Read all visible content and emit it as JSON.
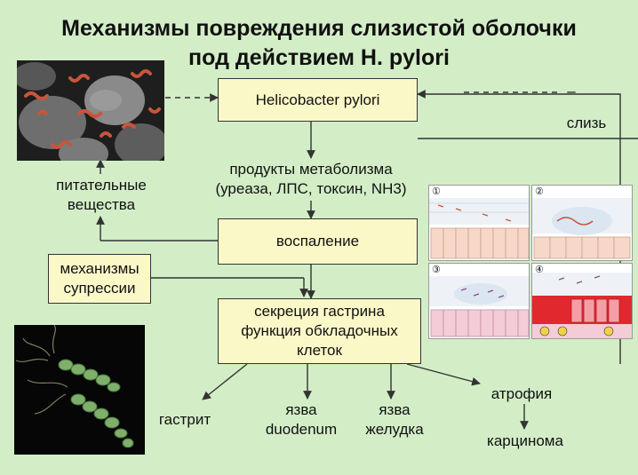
{
  "title": {
    "line1": "Механизмы повреждения слизистой оболочки",
    "line2": "под действием H. pylori"
  },
  "boxes": {
    "hp": "Helicobacter pylori",
    "inflammation": "воспаление",
    "gastrin": [
      "секреция гастрина",
      "функция обкладочных",
      "клеток"
    ],
    "suppression": [
      "механизмы",
      "супрессии"
    ]
  },
  "labels": {
    "metabolism": [
      "продукты метаболизма",
      "(уреаза, ЛПС, токсин, NH3)"
    ],
    "nutrients": [
      "питательные",
      "вещества"
    ],
    "mucus": "слизь",
    "gastritis": "гастрит",
    "duodenal": [
      "язва",
      "duodenum"
    ],
    "gastric": [
      "язва",
      "желудка"
    ],
    "atrophy": "атрофия",
    "carcinoma": "карцинома",
    "dash_end": "–"
  },
  "panels": [
    "①",
    "②",
    "③",
    "④"
  ],
  "icons": {
    "micrograph": "helicobacter-electron-micrograph",
    "bacterium": "helicobacter-bacterium-3d-render",
    "mucosa": "gastric-mucosa-infection-stages"
  },
  "colors": {
    "background": "#d3eec7",
    "box_fill": "#fbf8c8",
    "line": "#333333",
    "mucosa_red": "#e2282f",
    "bacteria": "#c8553b"
  }
}
